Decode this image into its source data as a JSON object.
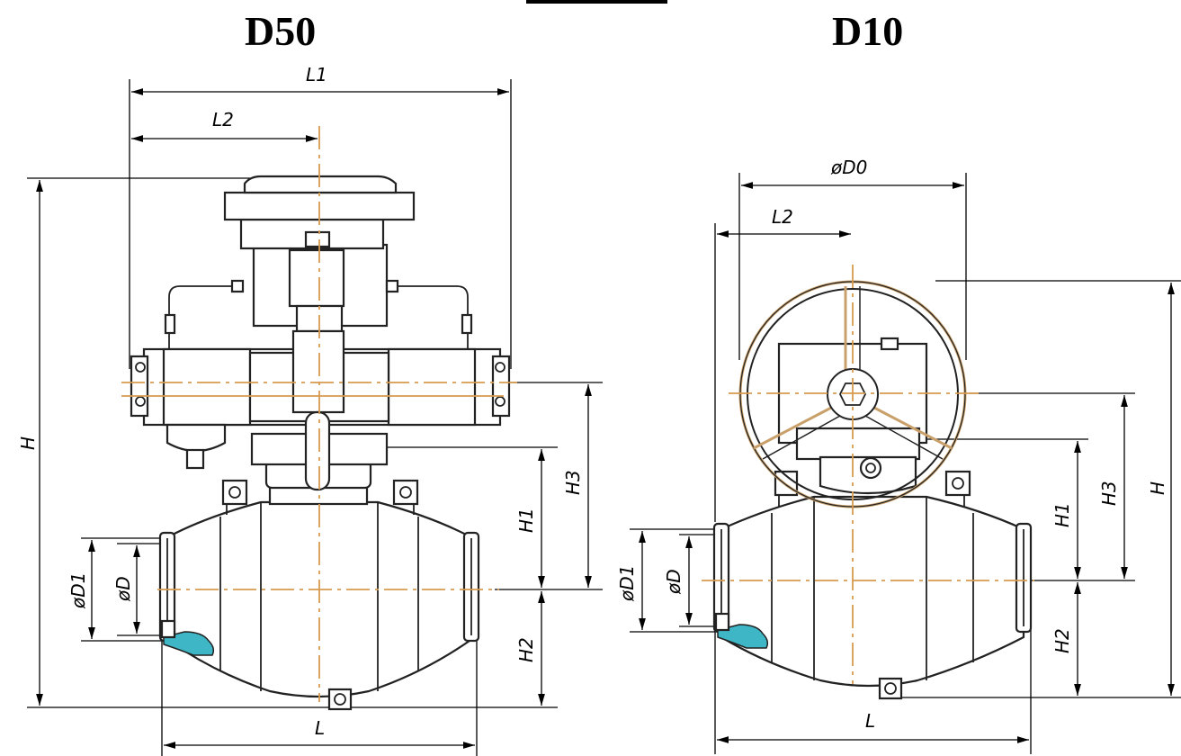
{
  "titles": {
    "left": "D50",
    "right": "D10"
  },
  "left_labels": {
    "L1": "L1",
    "L2": "L2",
    "H": "H",
    "H1": "H1",
    "H2": "H2",
    "H3": "H3",
    "D1": "øD1",
    "D": "øD",
    "L": "L"
  },
  "right_labels": {
    "D0": "øD0",
    "L2": "L2",
    "H": "H",
    "H1": "H1",
    "H2": "H2",
    "H3": "H3",
    "D1": "øD1",
    "D": "øD",
    "L": "L"
  },
  "colors": {
    "centerline": "#d79a4f",
    "weld": "#3fb6c6",
    "outline": "#222222"
  }
}
